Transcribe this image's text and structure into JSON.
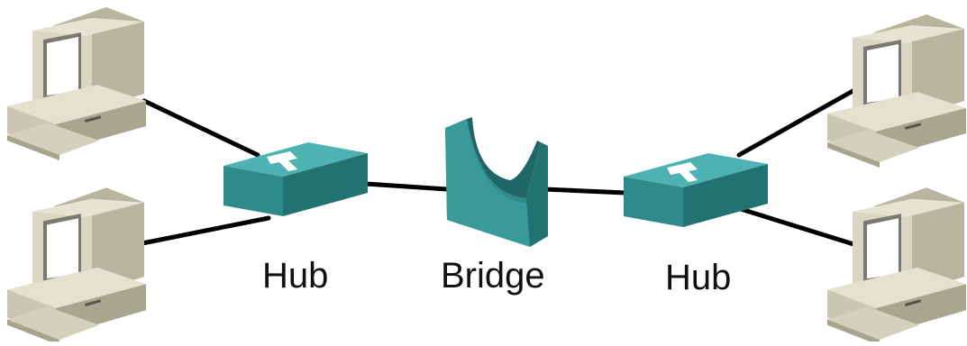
{
  "nodes": {
    "hub_left": {
      "label": "Hub"
    },
    "bridge": {
      "label": "Bridge"
    },
    "hub_right": {
      "label": "Hub"
    }
  },
  "icons": {
    "computer": "desktop-computer-icon",
    "hub": "hub-icon",
    "bridge": "bridge-icon"
  },
  "colors": {
    "device_teal": "#2f8a8a",
    "computer_beige": "#d9d6c3",
    "screen": "#ffffff",
    "link": "#000000"
  }
}
